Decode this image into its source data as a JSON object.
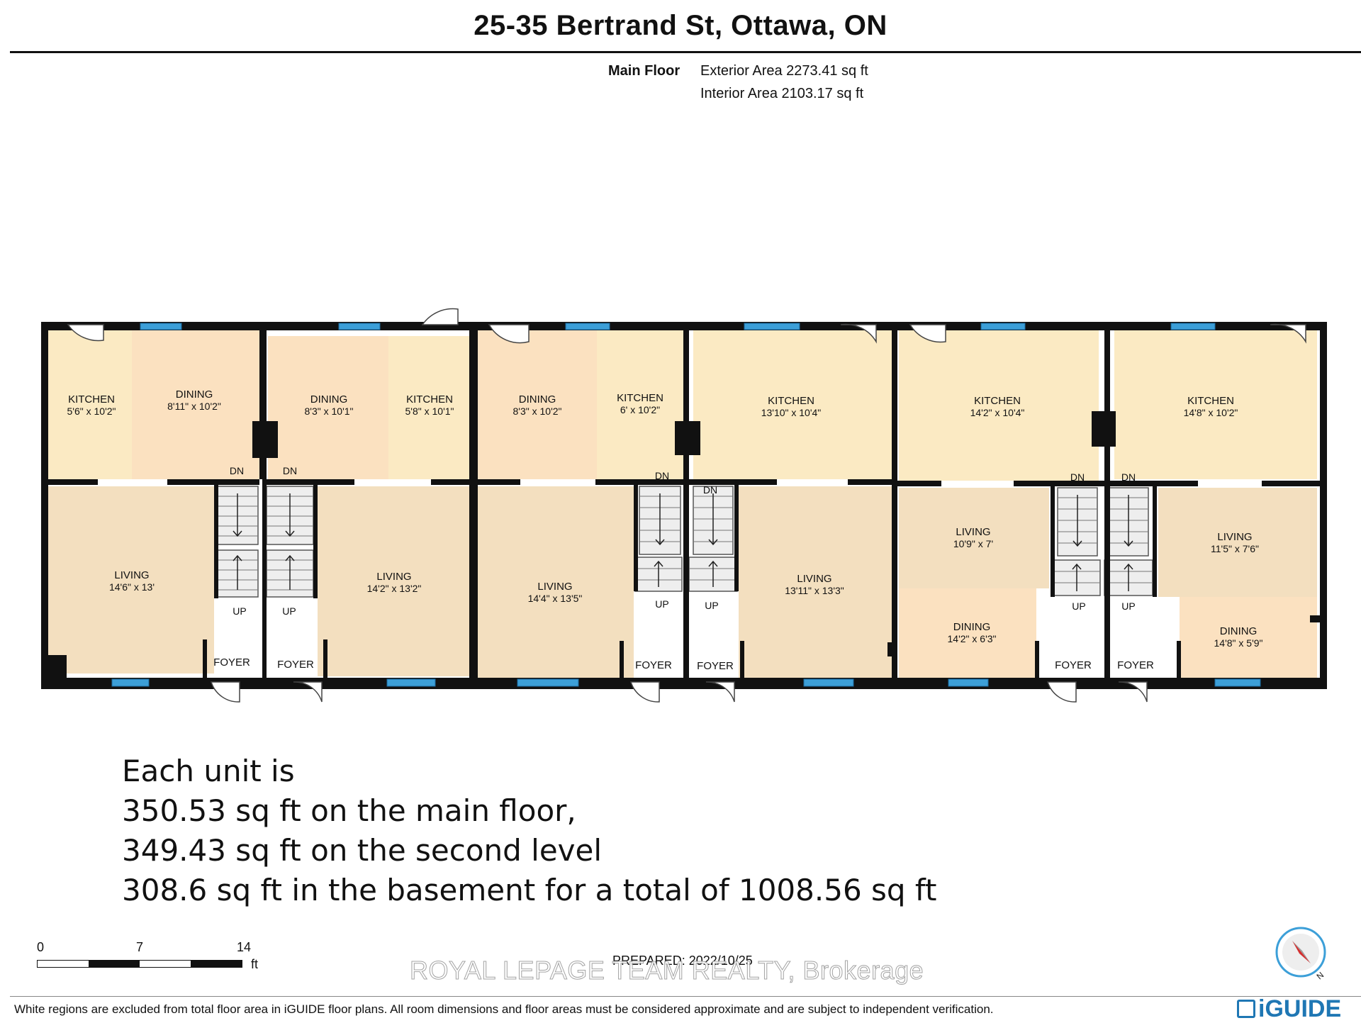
{
  "header": {
    "title": "25-35 Bertrand St, Ottawa, ON",
    "level": "Main Floor",
    "exterior_area": "Exterior Area 2273.41 sq ft",
    "interior_area": "Interior Area 2103.17 sq ft"
  },
  "rooms": {
    "u1_kitchen": {
      "name": "KITCHEN",
      "dim": "5'6\" x 10'2\""
    },
    "u1_dining": {
      "name": "DINING",
      "dim": "8'11\" x 10'2\""
    },
    "u1_living": {
      "name": "LIVING",
      "dim": "14'6\" x 13'"
    },
    "u1_foyer": {
      "name": "FOYER"
    },
    "u2_dining": {
      "name": "DINING",
      "dim": "8'3\" x 10'1\""
    },
    "u2_kitchen": {
      "name": "KITCHEN",
      "dim": "5'8\" x 10'1\""
    },
    "u2_living": {
      "name": "LIVING",
      "dim": "14'2\" x 13'2\""
    },
    "u2_foyer": {
      "name": "FOYER"
    },
    "u3_dining": {
      "name": "DINING",
      "dim": "8'3\" x 10'2\""
    },
    "u3_kitchen": {
      "name": "KITCHEN",
      "dim": "6' x 10'2\""
    },
    "u3_living": {
      "name": "LIVING",
      "dim": "14'4\" x 13'5\""
    },
    "u3_foyer": {
      "name": "FOYER"
    },
    "u4_kitchen": {
      "name": "KITCHEN",
      "dim": "13'10\" x 10'4\""
    },
    "u4_living": {
      "name": "LIVING",
      "dim": "13'11\" x 13'3\""
    },
    "u4_foyer": {
      "name": "FOYER"
    },
    "u5_kitchen": {
      "name": "KITCHEN",
      "dim": "14'2\" x 10'4\""
    },
    "u5_living": {
      "name": "LIVING",
      "dim": "10'9\" x 7'"
    },
    "u5_dining": {
      "name": "DINING",
      "dim": "14'2\" x 6'3\""
    },
    "u5_foyer": {
      "name": "FOYER"
    },
    "u6_kitchen": {
      "name": "KITCHEN",
      "dim": "14'8\" x 10'2\""
    },
    "u6_living": {
      "name": "LIVING",
      "dim": "11'5\" x 7'6\""
    },
    "u6_dining": {
      "name": "DINING",
      "dim": "14'8\" x 5'9\""
    },
    "u6_foyer": {
      "name": "FOYER"
    }
  },
  "stairs": {
    "down": "DN",
    "up": "UP"
  },
  "note": {
    "line1": "Each unit is",
    "line2": "350.53 sq ft on the main floor,",
    "line3": "349.43 sq ft on the second level",
    "line4": "308.6 sq ft in the basement for a total of  1008.56 sq ft"
  },
  "scale": {
    "tick0": "0",
    "tick1": "7",
    "tick2": "14",
    "unit": "ft"
  },
  "prepared": "PREPARED: 2022/10/25",
  "brokerage": "ROYAL LEPAGE TEAM REALTY, Brokerage",
  "compass_label": "N",
  "footer": {
    "disclaimer": "White regions are excluded from total floor area in iGUIDE floor plans. All room dimensions and floor areas must be considered approximate and are subject to independent verification.",
    "brand": "iGUIDE"
  },
  "colors": {
    "wall": "#111111",
    "kitchen": "#fbeac3",
    "dining": "#fbe1c0",
    "living": "#f3dfbf",
    "stair": "#eeeeee",
    "window": "#3c9fd8",
    "brand": "#1f77b4"
  }
}
